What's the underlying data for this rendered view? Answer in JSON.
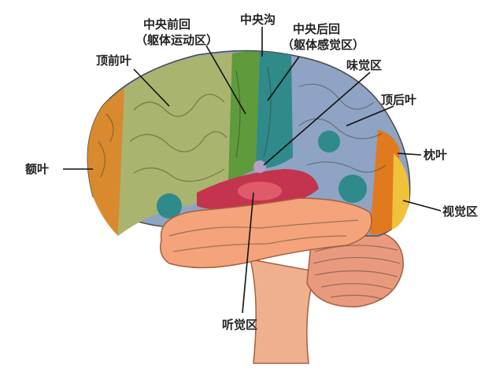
{
  "labels": {
    "precentral": "中央前回",
    "precentral_sub": "（躯体运动区）",
    "central_sulcus": "中央沟",
    "postcentral": "中央后回",
    "postcentral_sub": "（躯体感觉区）",
    "anterior_parietal": "顶前叶",
    "gustatory": "味觉区",
    "posterior_parietal": "顶后叶",
    "frontal": "额叶",
    "occipital": "枕叶",
    "visual": "视觉区",
    "auditory": "听觉区"
  },
  "colors": {
    "frontal": "#d98a2e",
    "prefrontal": "#a9b56e",
    "motor": "#5f9a3c",
    "somatosensory": "#2f8a8a",
    "parietal": "#8fa3c4",
    "occipital": "#e07a1e",
    "visual": "#f0c23a",
    "temporal": "#f4a37a",
    "auditory": "#d8364f",
    "cerebellum": "#e99a7e",
    "brainstem": "#f0b08e"
  }
}
